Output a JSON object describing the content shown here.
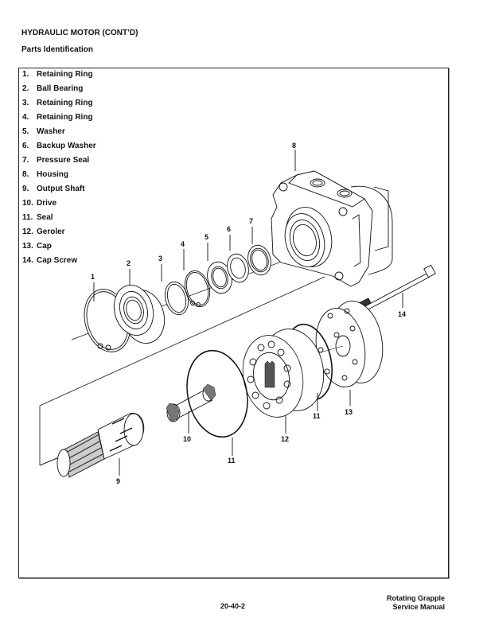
{
  "header": {
    "title": "HYDRAULIC MOTOR (CONT’D)",
    "subtitle": "Parts Identification"
  },
  "parts": [
    {
      "num": "1.",
      "name": "Retaining Ring"
    },
    {
      "num": "2.",
      "name": "Ball Bearing"
    },
    {
      "num": "3.",
      "name": "Retaining Ring"
    },
    {
      "num": "4.",
      "name": "Retaining Ring"
    },
    {
      "num": "5.",
      "name": "Washer"
    },
    {
      "num": "6.",
      "name": "Backup Washer"
    },
    {
      "num": "7.",
      "name": "Pressure Seal"
    },
    {
      "num": "8.",
      "name": "Housing"
    },
    {
      "num": "9.",
      "name": "Output Shaft"
    },
    {
      "num": "10.",
      "name": "Drive"
    },
    {
      "num": "11.",
      "name": "Seal"
    },
    {
      "num": "12.",
      "name": "Geroler"
    },
    {
      "num": "13.",
      "name": "Cap"
    },
    {
      "num": "14.",
      "name": "Cap Screw"
    }
  ],
  "callouts": {
    "c1": "1",
    "c2": "2",
    "c3": "3",
    "c4": "4",
    "c5": "5",
    "c6": "6",
    "c7": "7",
    "c8": "8",
    "c9": "9",
    "c10": "10",
    "c11a": "11",
    "c11b": "11",
    "c12": "12",
    "c13": "13",
    "c14": "14"
  },
  "footer": {
    "page_number": "20-40-2",
    "manual_line1": "Rotating Grapple",
    "manual_line2": "Service Manual"
  }
}
